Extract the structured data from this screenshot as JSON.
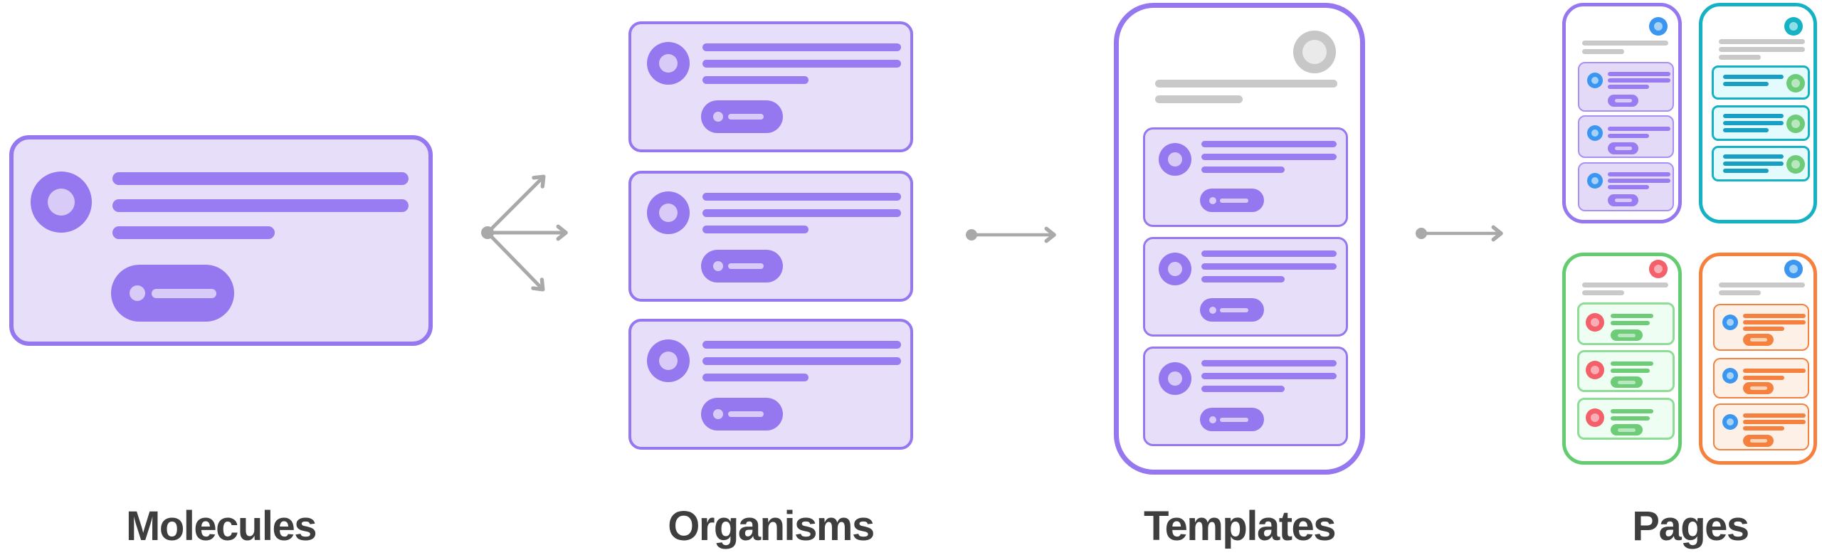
{
  "stages": [
    {
      "id": "molecules",
      "label": "Molecules"
    },
    {
      "id": "organisms",
      "label": "Organisms"
    },
    {
      "id": "templates",
      "label": "Templates"
    },
    {
      "id": "pages",
      "label": "Pages"
    }
  ],
  "flow": {
    "order": [
      "Molecules",
      "Organisms",
      "Templates",
      "Pages"
    ],
    "arrow_color": "#a9a9a9",
    "molecule_branches": 3
  },
  "organisms": {
    "card_count": 3
  },
  "templates": {
    "card_count": 3
  },
  "page_variants": [
    {
      "theme": "purple",
      "frame": "#9577f0",
      "status_dot": "#3b96f2",
      "card_count": 3
    },
    {
      "theme": "teal",
      "frame": "#15b2c5",
      "status_dot": "#15b2c5",
      "card_count": 3
    },
    {
      "theme": "green",
      "frame": "#63cb70",
      "status_dot": "#f4606a",
      "card_count": 3
    },
    {
      "theme": "orange",
      "frame": "#f6813f",
      "status_dot": "#3b96f2",
      "card_count": 3
    }
  ],
  "colors": {
    "bg": "#ffffff",
    "label": "#3e3e3e",
    "gray": "#a9a9a9",
    "grayLine": "#c9c9c9",
    "grayRing": "#c7c7c7",
    "grayRingInner": "#eaeaea",
    "purple": "#9577f0",
    "purpleLine": "#9a7cf2",
    "purpleFill": "#e7dff9",
    "purpleSoft": "#d9cbf8",
    "purpleMiniBorder": "#a98ff5",
    "purpleMiniFill": "#e3daf8",
    "teal": "#15b2c5",
    "tealLine": "#17a0c4",
    "tealFill": "#e4fbfe",
    "tealInner": "#8edee8",
    "green": "#63cb70",
    "greenBorder": "#8edd96",
    "greenLine": "#6ecc79",
    "greenFill": "#effef3",
    "greenSoft": "#b9e8c0",
    "red": "#f4606a",
    "redInner": "#f9adb6",
    "blue": "#3b96f2",
    "blueInner": "#a5d3f7",
    "orange": "#f6813f",
    "orangeFill": "#fdf0e6",
    "orangeSoft": "#fbd4b8"
  }
}
